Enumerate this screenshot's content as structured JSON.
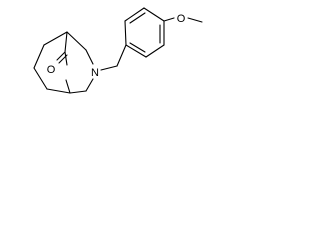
{
  "structure": {
    "atoms": {
      "ketone_oxygen": "O",
      "amine_nitrogen": "N",
      "ether_oxygen": "O"
    },
    "colors": {
      "bond": "#000000",
      "label": "#000000",
      "background": "#ffffff"
    }
  }
}
